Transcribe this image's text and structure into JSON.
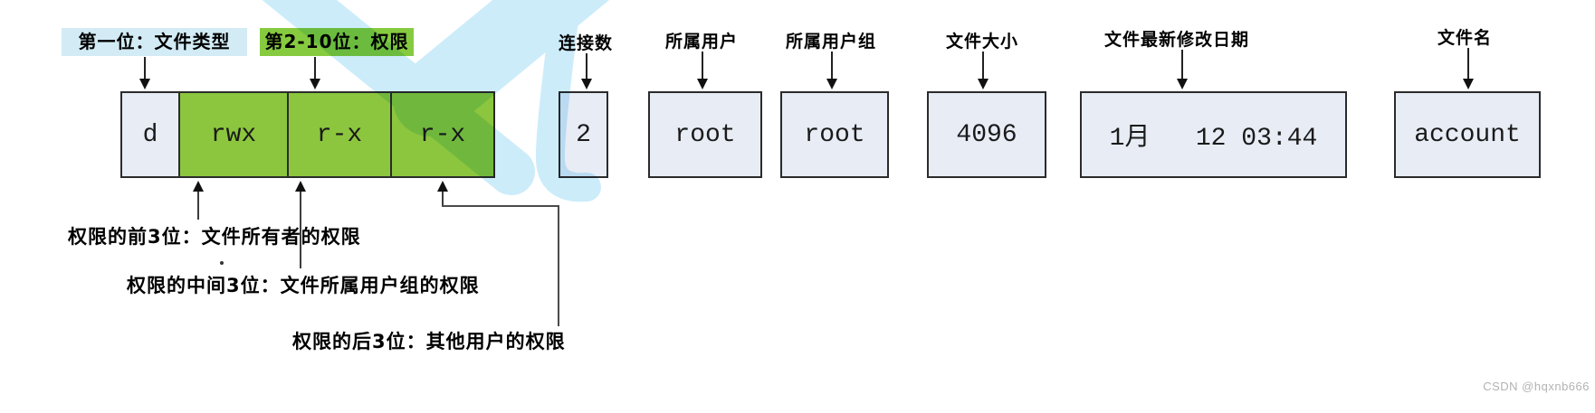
{
  "title_labels": {
    "file_type": "第一位：文件类型",
    "permissions": "第2-10位：权限",
    "link_count": "连接数",
    "owner": "所属用户",
    "owner_group": "所属用户组",
    "file_size": "文件大小",
    "modified_date": "文件最新修改日期",
    "file_name": "文件名"
  },
  "ls_fields": {
    "file_type": "d",
    "perm_owner": "rwx",
    "perm_group": "r-x",
    "perm_others": "r-x",
    "link_count": "2",
    "owner": "root",
    "owner_group": "root",
    "file_size": "4096",
    "modified_date": "1月   12 03:44",
    "file_name": "account"
  },
  "permission_notes": {
    "owner": "权限的前3位：文件所有者的权限",
    "group": "权限的中间3位：文件所属用户组的权限",
    "others": "权限的后3位：其他用户的权限"
  },
  "colors": {
    "permission_green": "#8cc63e",
    "cell_background": "#e7ecf5",
    "highlight_cyan": "#d2ebf5",
    "highlight_green": "#86cb3f",
    "watermark_blue": "#bfe8f9"
  },
  "watermark_credit": "CSDN @hqxnb666"
}
